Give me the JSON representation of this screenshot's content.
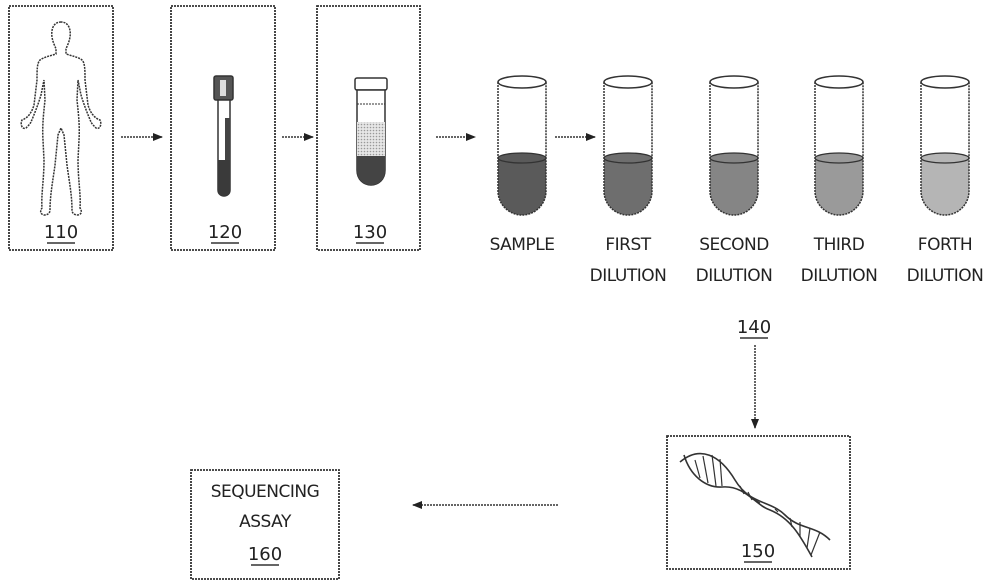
{
  "diagram": {
    "steps": [
      {
        "ref": "110",
        "label": "",
        "icon": "human-body-icon"
      },
      {
        "ref": "120",
        "label": "",
        "icon": "blood-collection-tube-icon"
      },
      {
        "ref": "130",
        "label": "",
        "icon": "centrifuged-tube-icon"
      },
      {
        "ref": "140",
        "label": "",
        "icon": "dilution-series"
      },
      {
        "ref": "150",
        "label": "",
        "icon": "dna-helix-icon"
      },
      {
        "ref": "160",
        "label_lines": [
          "SEQUENCING",
          "ASSAY"
        ]
      }
    ],
    "dilution_tubes": [
      {
        "label_lines": [
          "SAMPLE"
        ],
        "shade": "#5a5a5a"
      },
      {
        "label_lines": [
          "FIRST",
          "DILUTION"
        ],
        "shade": "#6e6e6e"
      },
      {
        "label_lines": [
          "SECOND",
          "DILUTION"
        ],
        "shade": "#858585"
      },
      {
        "label_lines": [
          "THIRD",
          "DILUTION"
        ],
        "shade": "#9a9a9a"
      },
      {
        "label_lines": [
          "FORTH",
          "DILUTION"
        ],
        "shade": "#b5b5b5"
      }
    ]
  }
}
